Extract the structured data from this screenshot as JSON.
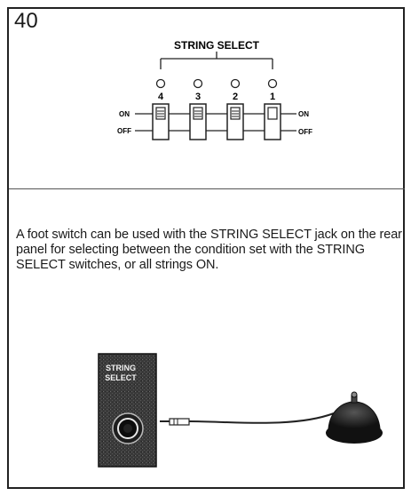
{
  "page_number": "40",
  "diagram": {
    "title": "STRING SELECT",
    "switch_numbers": [
      "4",
      "3",
      "2",
      "1"
    ],
    "on_label": "ON",
    "off_label": "OFF"
  },
  "body_text": "A foot switch can be used with the STRING SELECT jack on the rear panel for selecting between the condition set with the STRING SELECT switches, or all strings ON.",
  "illustration": {
    "panel_label_line1": "STRING",
    "panel_label_line2": "SELECT"
  }
}
